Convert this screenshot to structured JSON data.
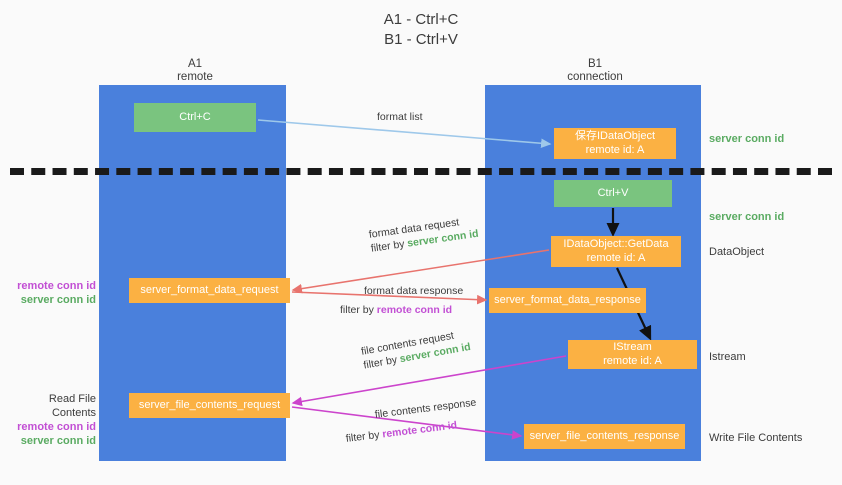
{
  "title": {
    "line1": "A1 - Ctrl+C",
    "line2": "B1 - Ctrl+V"
  },
  "columns": {
    "a1": {
      "name": "A1",
      "role": "remote"
    },
    "b1": {
      "name": "B1",
      "role": "connection"
    }
  },
  "nodes": {
    "ctrl_c": {
      "label": "Ctrl+C",
      "color": "#7ac47f"
    },
    "idataobject_save": {
      "line1": "保存IDataObject",
      "line2": "remote id: A",
      "color": "#fbb143"
    },
    "ctrl_v": {
      "label": "Ctrl+V",
      "color": "#7ac47f"
    },
    "getdata": {
      "line1": "IDataObject::GetData",
      "line2": "remote id: A",
      "color": "#fbb143"
    },
    "server_format_data_request": {
      "label": "server_format_data_request",
      "color": "#fbb143"
    },
    "server_format_data_response": {
      "label": "server_format_data_response",
      "color": "#fbb143"
    },
    "istream": {
      "line1": "IStream",
      "line2": "remote id: A",
      "color": "#fbb143"
    },
    "server_file_contents_request": {
      "label": "server_file_contents_request",
      "color": "#fbb143"
    },
    "server_file_contents_response": {
      "label": "server_file_contents_response",
      "color": "#fbb143"
    }
  },
  "side_labels": {
    "server_conn_id_top": "server conn id",
    "server_conn_id_mid": "server conn id",
    "dataobject": "DataObject",
    "istream": "Istream",
    "write_file_contents": "Write File Contents",
    "left_remote_conn_id_1": "remote conn id",
    "left_server_conn_id_1": "server conn id",
    "read_file_contents": "Read File Contents",
    "left_remote_conn_id_2": "remote conn id",
    "left_server_conn_id_2": "server conn id"
  },
  "edge_labels": {
    "format_list": "format list",
    "format_data_request": "format data request",
    "format_data_request_filter_prefix": "filter by ",
    "format_data_request_filter_value": "server conn id",
    "format_data_response": "format data response",
    "format_data_response_filter_prefix": "filter by ",
    "format_data_response_filter_value": "remote conn id",
    "file_contents_request": "file contents request",
    "file_contents_request_filter_prefix": "filter by ",
    "file_contents_request_filter_value": "server conn id",
    "file_contents_response": "file contents response",
    "file_contents_response_filter_prefix": "filter by ",
    "file_contents_response_filter_value": "remote conn id"
  },
  "colors": {
    "lane": "#4a80dc",
    "green_node": "#7ac47f",
    "orange_node": "#fbb143",
    "green_text": "#5aab62",
    "purple_text": "#c24fd4",
    "arrow_blue": "#9ec8ea",
    "arrow_red": "#e8736d",
    "arrow_magenta": "#cc44cc",
    "arrow_black": "#111111",
    "background": "#fafafa"
  }
}
